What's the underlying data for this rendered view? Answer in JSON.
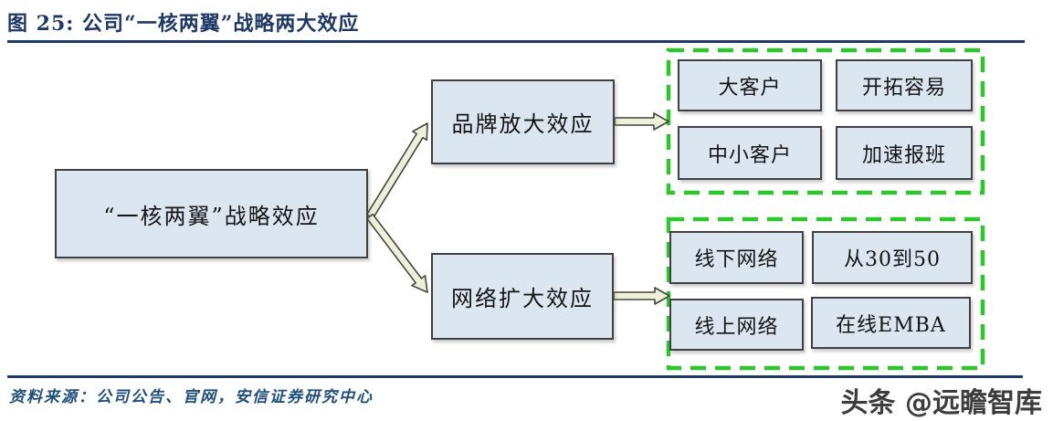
{
  "figure": {
    "title": "图 25:  公司“一核两翼”战略两大效应",
    "source_note": "资料来源：公司公告、官网，安信证券研究中心",
    "watermark": "头条 @远瞻智库"
  },
  "diagram": {
    "root": {
      "label": "“一核两翼”战略效应"
    },
    "branches": [
      {
        "label": "品牌放大效应",
        "outcomes": [
          "大客户",
          "开拓容易",
          "中小客户",
          "加速报班"
        ]
      },
      {
        "label": "网络扩大效应",
        "outcomes": [
          "线下网络",
          "从30到50",
          "线上网络",
          "在线EMBA"
        ]
      }
    ]
  },
  "colors": {
    "title_navy": "#1f3864",
    "node_fill": "#dce6f1",
    "node_border": "#404040",
    "group_dashed_green": "#2ec52e",
    "arrow_fill": "#eef0da",
    "source_blue": "#1f4e79",
    "watermark_gray": "#3d3d3d"
  }
}
